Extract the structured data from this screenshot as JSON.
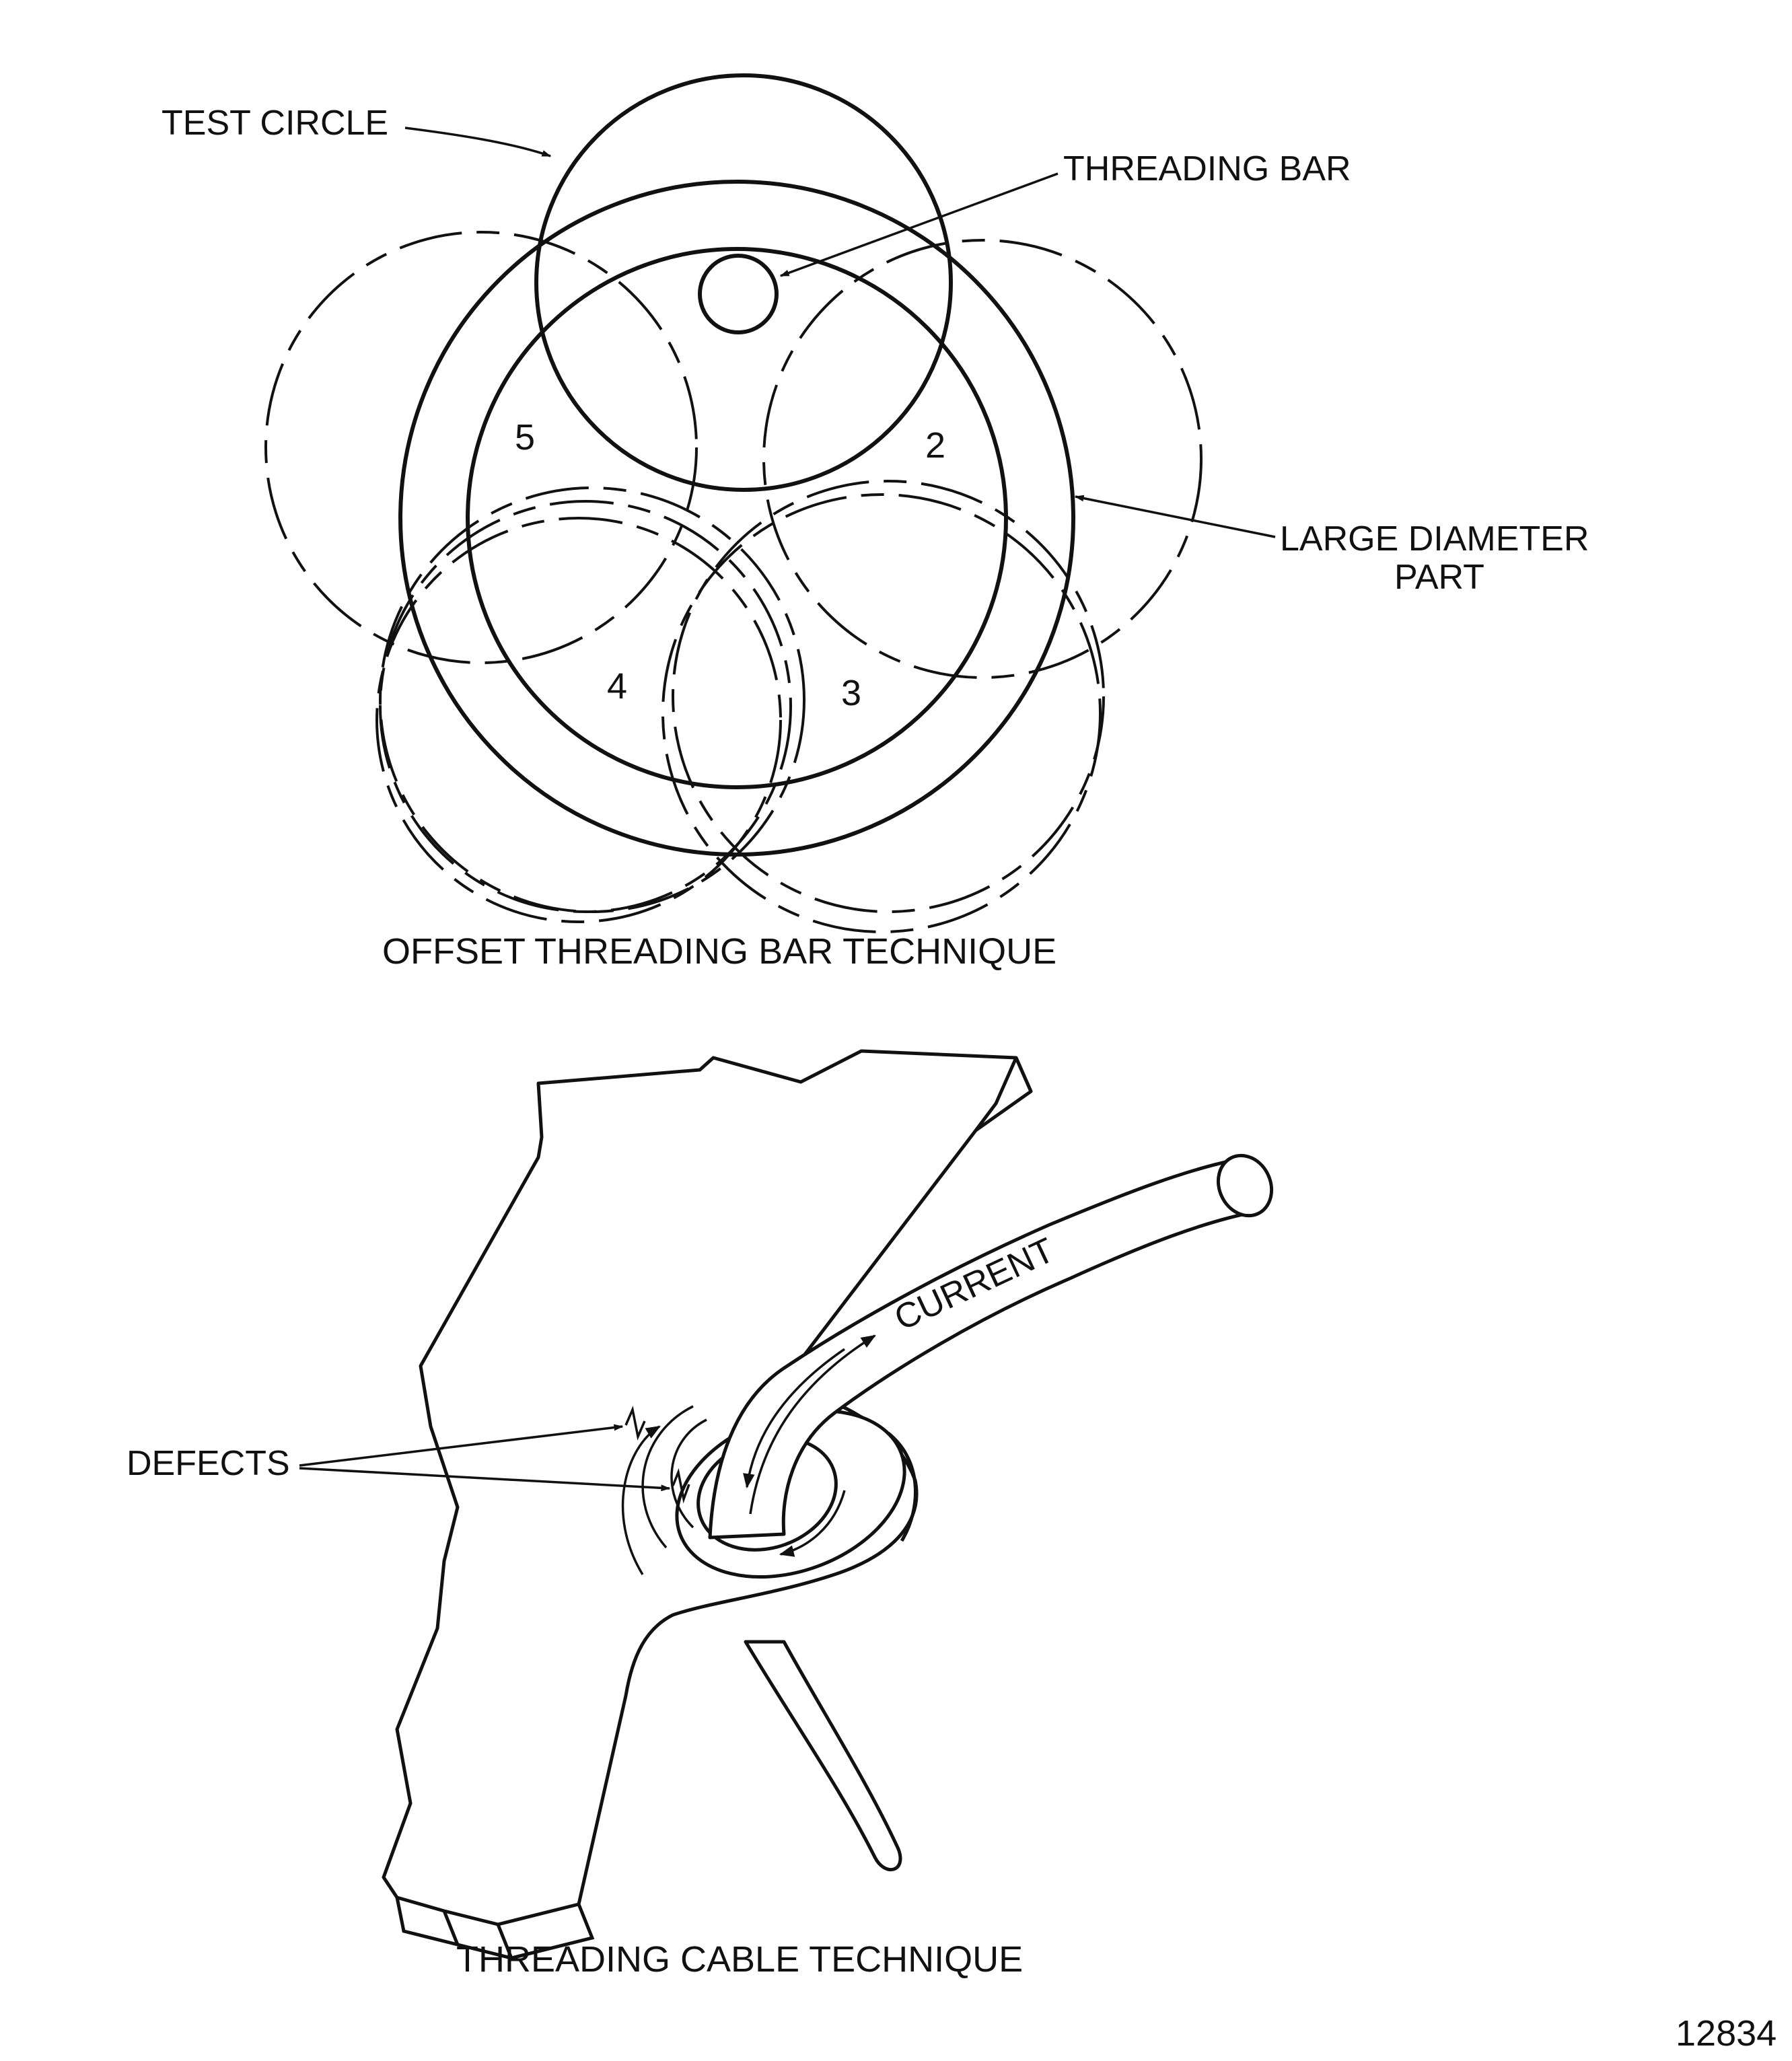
{
  "top_diagram": {
    "labels": {
      "test_circle": "TEST CIRCLE",
      "threading_bar": "THREADING BAR",
      "large_diameter_line1": "LARGE DIAMETER",
      "large_diameter_line2": "PART"
    },
    "positions": [
      "5",
      "2",
      "4",
      "3"
    ],
    "caption": "OFFSET THREADING BAR TECHNIQUE"
  },
  "bottom_diagram": {
    "labels": {
      "defects": "DEFECTS",
      "current": "CURRENT"
    },
    "caption": "THREADING CABLE TECHNIQUE"
  },
  "figure_number": "12834"
}
